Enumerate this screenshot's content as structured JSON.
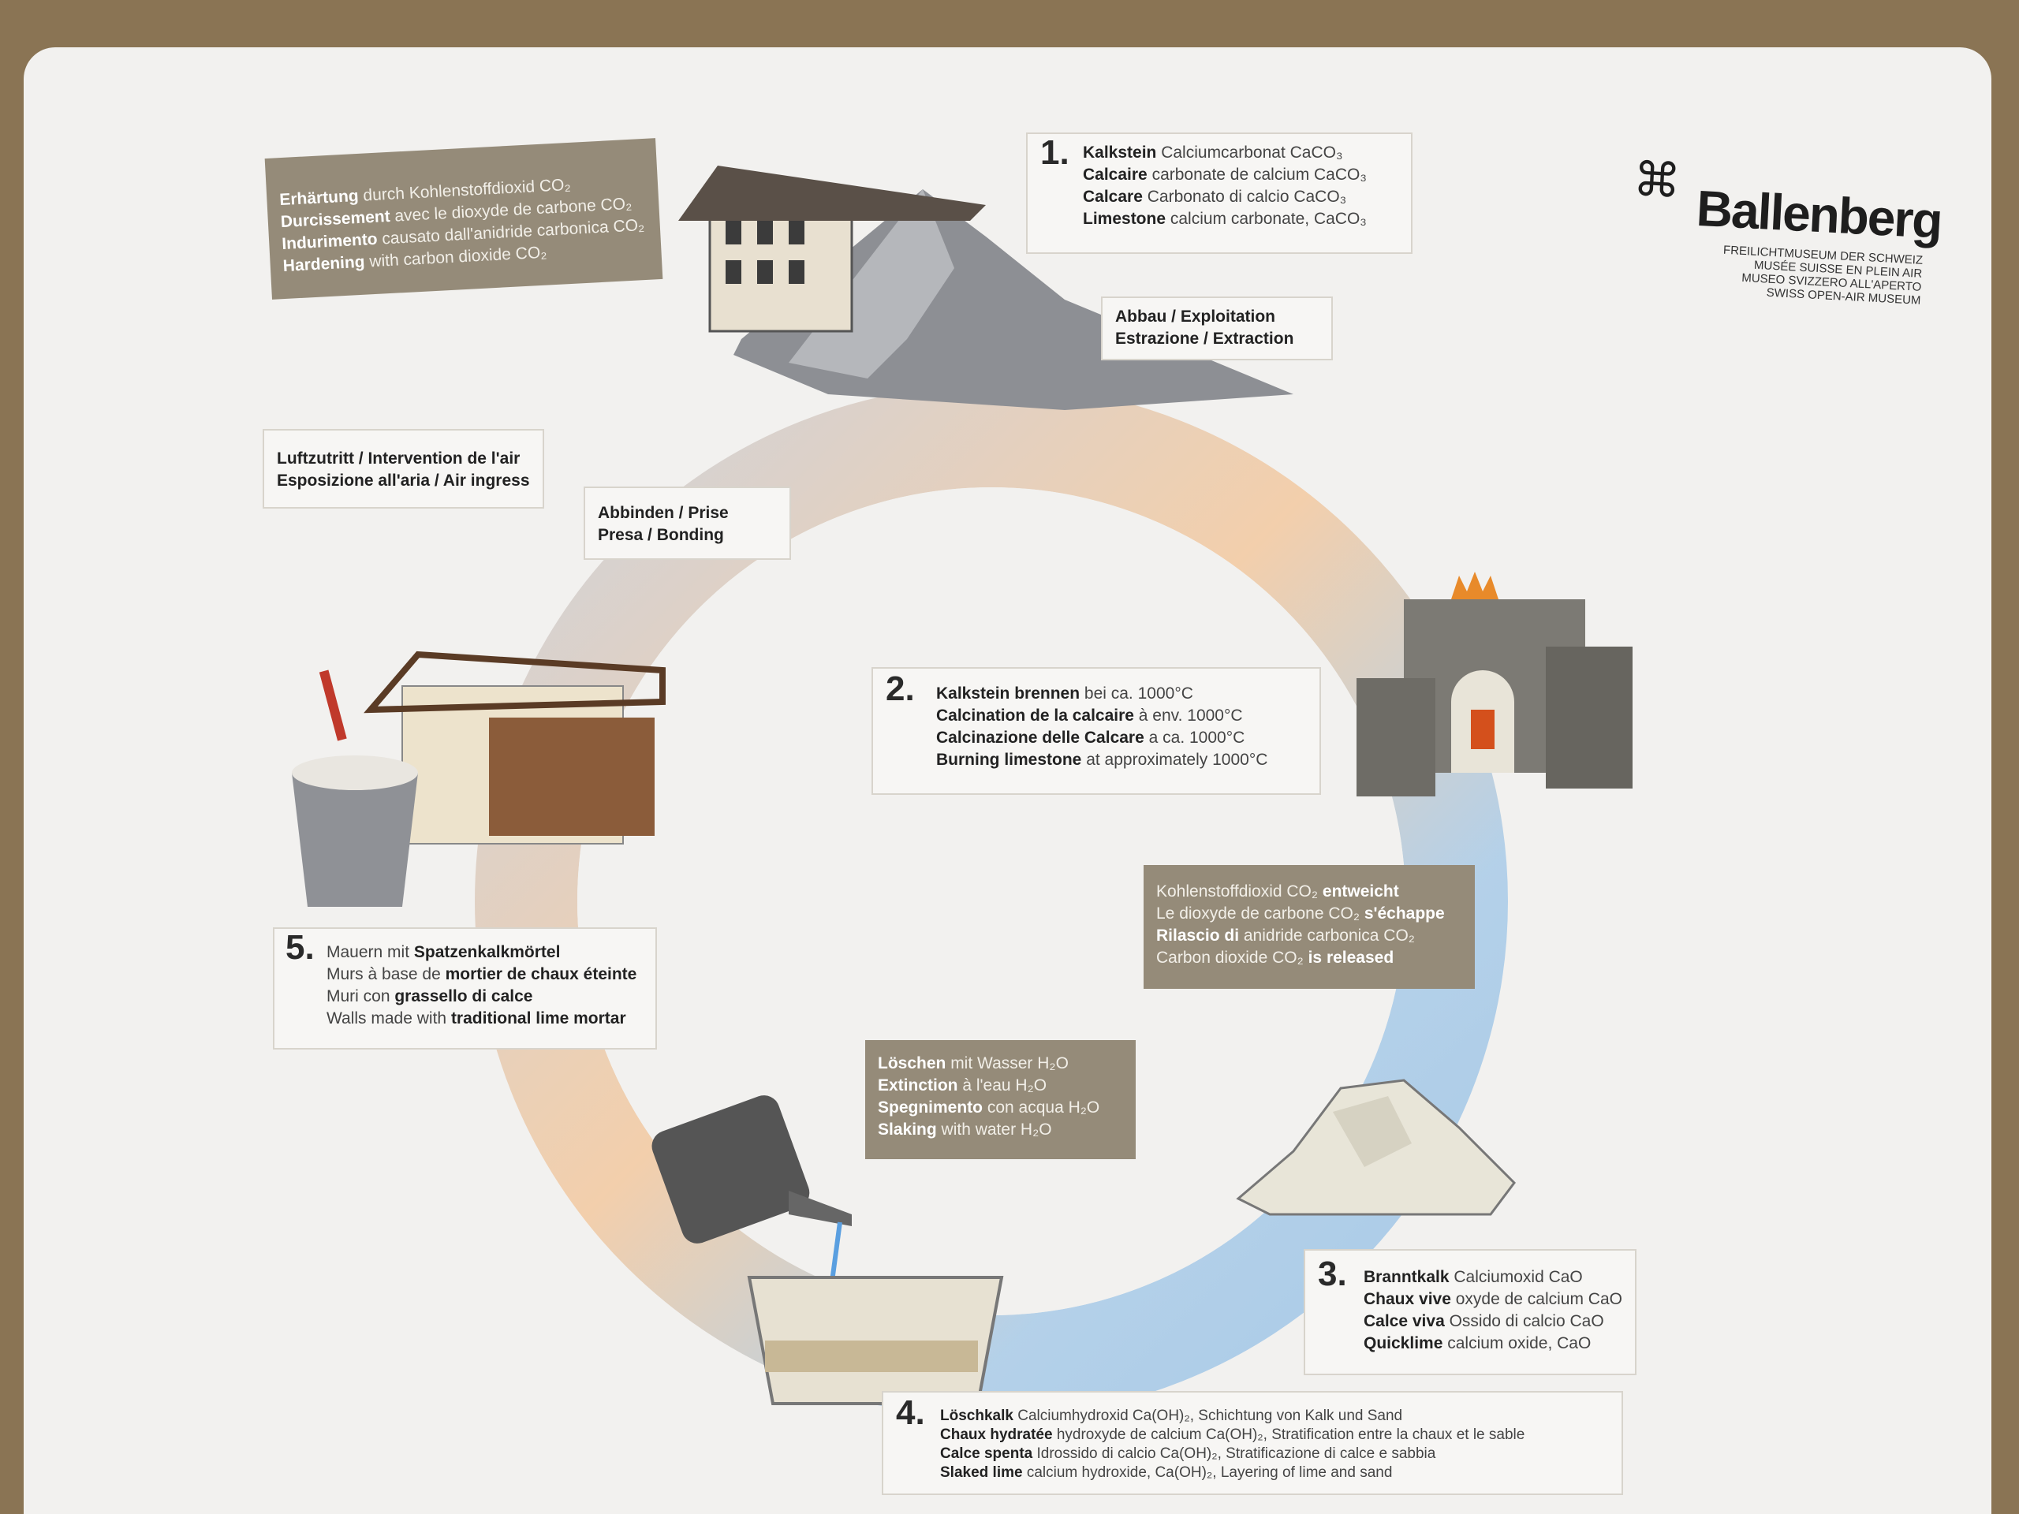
{
  "logo": {
    "name": "Ballenberg",
    "lines": [
      "FREILICHTMUSEUM DER SCHWEIZ",
      "MUSÉE SUISSE EN PLEIN AIR",
      "MUSEO SVIZZERO ALL'APERTO",
      "SWISS OPEN-AIR MUSEUM"
    ]
  },
  "step1": {
    "number": "1.",
    "lines": [
      {
        "b": "Kalkstein",
        "t": " Calciumcarbonat CaCO₃"
      },
      {
        "b": "Calcaire",
        "t": " carbonate de calcium CaCO₃"
      },
      {
        "b": "Calcare",
        "t": " Carbonato di calcio CaCO₃"
      },
      {
        "b": "Limestone",
        "t": " calcium carbonate, CaCO₃"
      }
    ]
  },
  "extraction": {
    "lines": [
      "Abbau / Exploitation",
      "Estrazione / Extraction"
    ]
  },
  "hardening": {
    "lines": [
      {
        "b": "Erhärtung",
        "t": " durch Kohlenstoffdioxid CO₂"
      },
      {
        "b": "Durcissement",
        "t": " avec le dioxyde de carbone CO₂"
      },
      {
        "b": "Indurimento",
        "t": " causato dall'anidride carbonica CO₂"
      },
      {
        "b": "Hardening",
        "t": " with carbon dioxide CO₂"
      }
    ]
  },
  "air": {
    "lines": [
      "Luftzutritt / Intervention de l'air",
      "Esposizione all'aria / Air ingress"
    ]
  },
  "bonding": {
    "lines": [
      "Abbinden / Prise",
      "Presa / Bonding"
    ]
  },
  "step2": {
    "number": "2.",
    "lines": [
      {
        "b": "Kalkstein brennen",
        "t": " bei ca. 1000°C"
      },
      {
        "b": "Calcination de la calcaire",
        "t": " à env. 1000°C"
      },
      {
        "b": "Calcinazione delle Calcare",
        "t": " a ca. 1000°C"
      },
      {
        "b": "Burning limestone",
        "t": " at approximately 1000°C"
      }
    ]
  },
  "co2": {
    "lines": [
      {
        "t": "Kohlenstoffdioxid CO₂ ",
        "b": "entweicht"
      },
      {
        "t": "Le dioxyde de carbone CO₂ ",
        "b": "s'échappe"
      },
      {
        "b": "Rilascio di",
        "t": " anidride carbonica CO₂"
      },
      {
        "t": "Carbon dioxide CO₂ ",
        "b": "is released"
      }
    ]
  },
  "step5": {
    "number": "5.",
    "lines": [
      {
        "t": "Mauern mit ",
        "b": "Spatzenkalkmörtel"
      },
      {
        "t": "Murs à base de ",
        "b": "mortier de chaux éteinte"
      },
      {
        "t": "Muri con ",
        "b": "grassello di calce"
      },
      {
        "t": "Walls made with ",
        "b": "traditional lime mortar"
      }
    ]
  },
  "slaking": {
    "lines": [
      {
        "b": "Löschen",
        "t": " mit Wasser H₂O"
      },
      {
        "b": "Extinction",
        "t": " à l'eau H₂O"
      },
      {
        "b": "Spegnimento",
        "t": " con acqua H₂O"
      },
      {
        "b": "Slaking",
        "t": " with water H₂O"
      }
    ]
  },
  "step3": {
    "number": "3.",
    "lines": [
      {
        "b": "Branntkalk",
        "t": " Calciumoxid CaO"
      },
      {
        "b": "Chaux vive",
        "t": " oxyde de calcium CaO"
      },
      {
        "b": "Calce viva",
        "t": " Ossido di calcio CaO"
      },
      {
        "b": "Quicklime",
        "t": " calcium oxide, CaO"
      }
    ]
  },
  "step4": {
    "number": "4.",
    "lines": [
      {
        "b": "Löschkalk",
        "t": " Calciumhydroxid Ca(OH)₂, Schichtung von Kalk und Sand"
      },
      {
        "b": "Chaux hydratée",
        "t": " hydroxyde de calcium Ca(OH)₂, Stratification entre la chaux et le sable"
      },
      {
        "b": "Calce spenta",
        "t": " Idrossido di calcio Ca(OH)₂, Stratificazione di calce e sabbia"
      },
      {
        "b": "Slaked lime",
        "t": " calcium hydroxide, Ca(OH)₂, Layering of lime and sand"
      }
    ]
  }
}
